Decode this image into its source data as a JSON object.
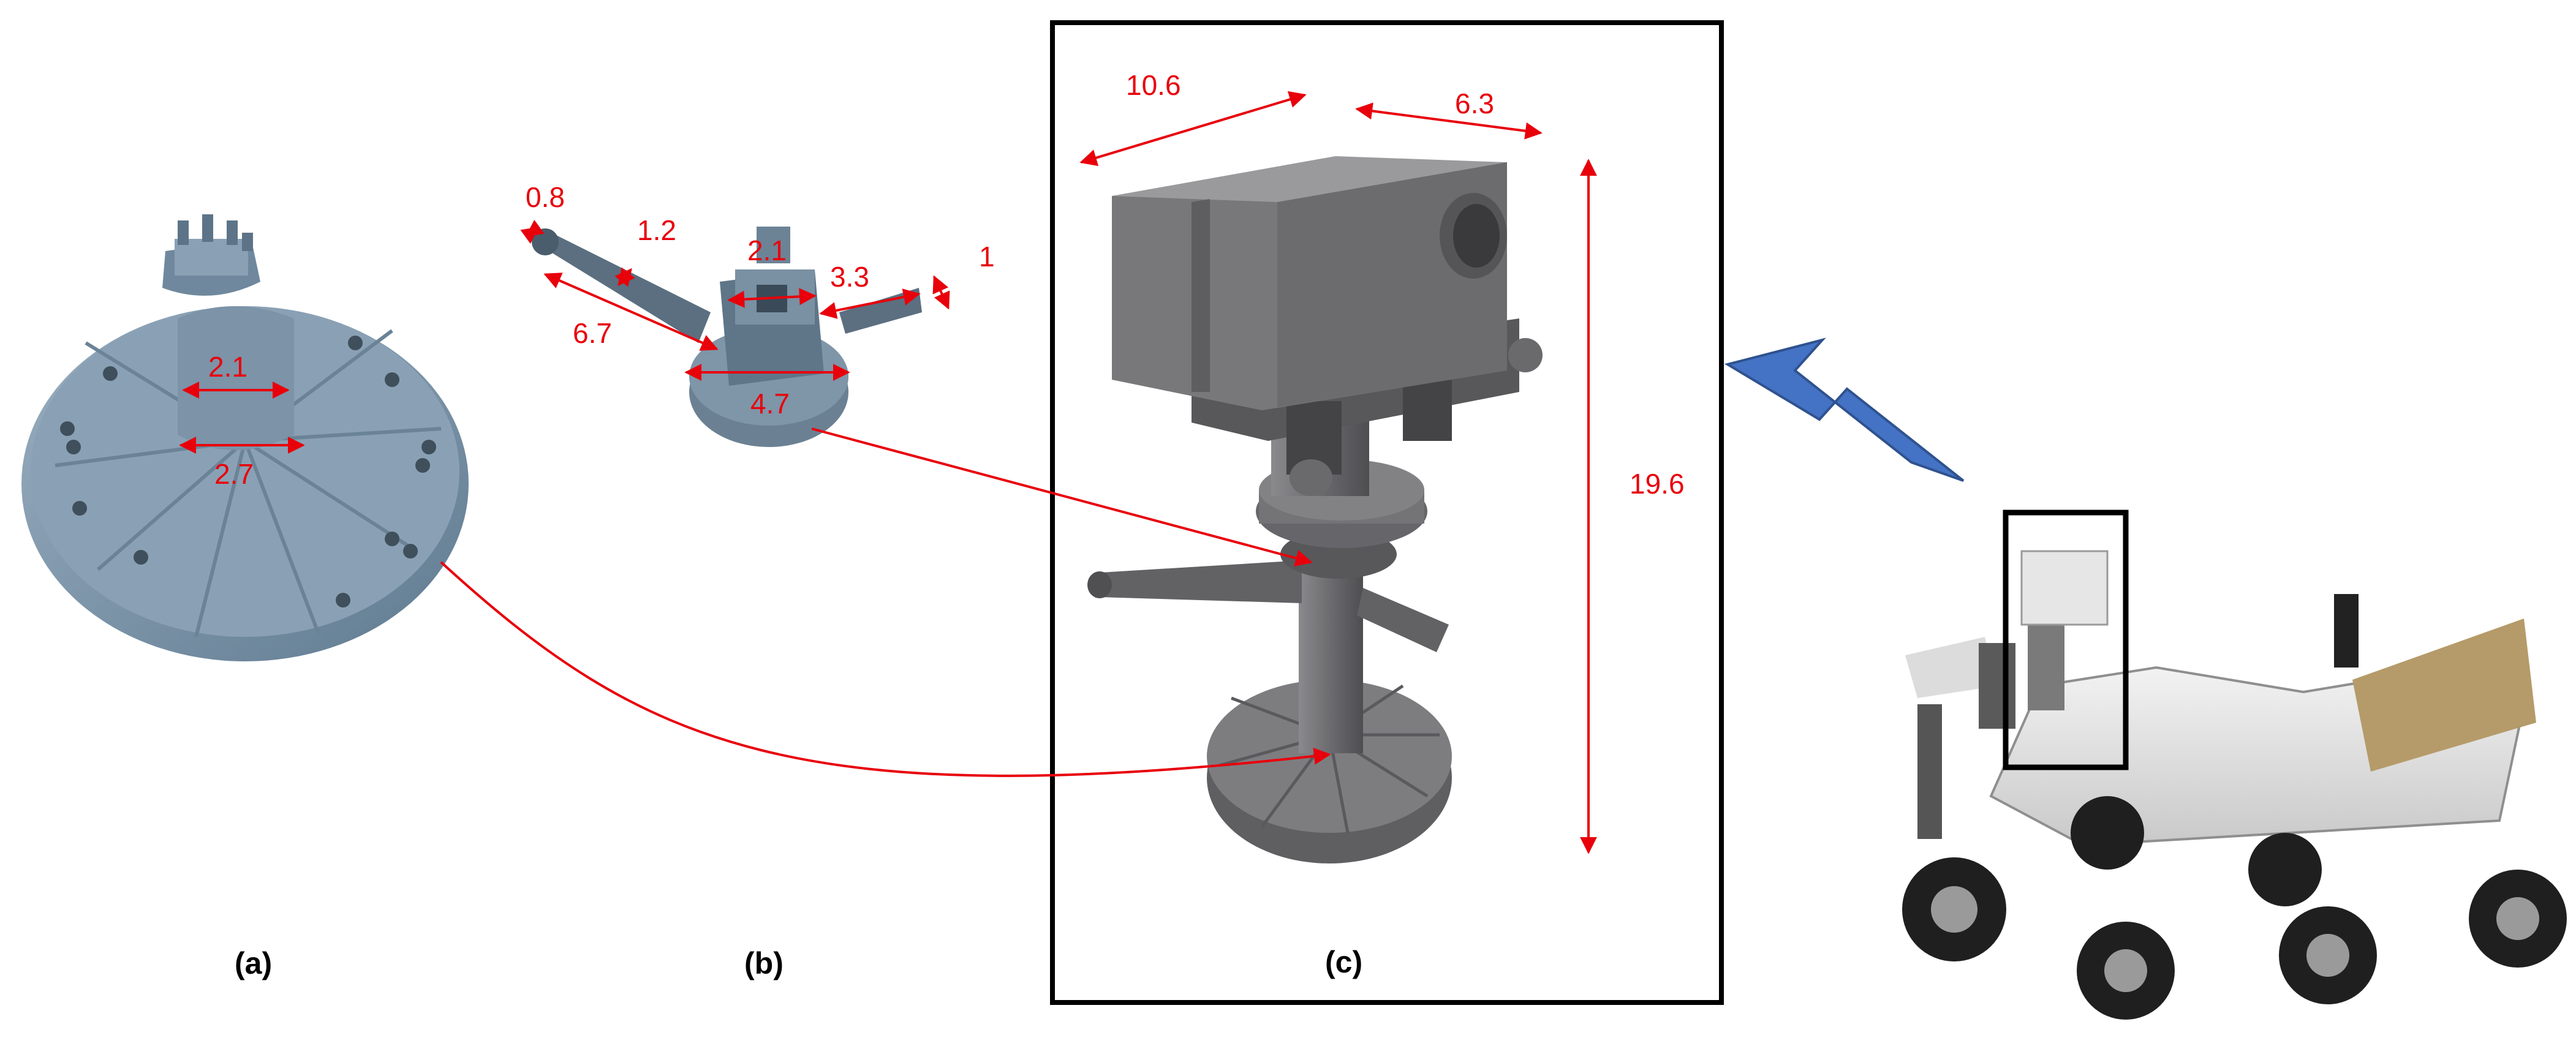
{
  "panels": {
    "a": "(a)",
    "b": "(b)",
    "c": "(c)"
  },
  "dimensions": {
    "a_upper": "2.1",
    "a_lower": "2.7",
    "b_tip": "0.8",
    "b_arm_thickness": "1.2",
    "b_socket": "2.1",
    "b_arm_right": "3.3",
    "b_arm_height": "1",
    "b_arm_left": "6.7",
    "b_base": "4.7",
    "c_width": "10.6",
    "c_depth": "6.3",
    "c_height": "19.6"
  },
  "colors": {
    "annotation": "#e8000b",
    "frame": "#000000",
    "arrow": "#4472c4",
    "print_blue": "#7e96aa",
    "print_grey": "#6f6f72"
  }
}
